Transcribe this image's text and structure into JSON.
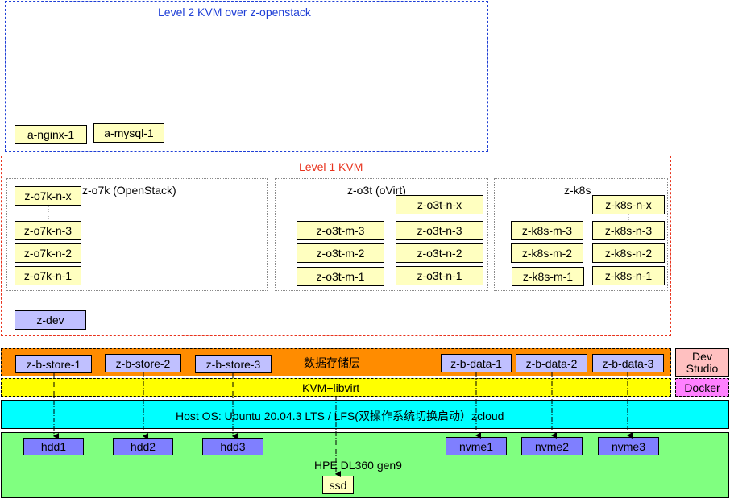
{
  "level2": {
    "title": "Level 2 KVM over z-openstack",
    "nodes": [
      "a-nginx-1",
      "a-mysql-1"
    ]
  },
  "level1": {
    "title": "Level 1 KVM",
    "groups": {
      "o7k": {
        "title": "z-o7k (OpenStack)",
        "nodes": [
          "z-o7k-n-x",
          "z-o7k-n-3",
          "z-o7k-n-2",
          "z-o7k-n-1"
        ]
      },
      "o3t": {
        "title": "z-o3t (oVirt)",
        "masters": [
          "z-o3t-m-3",
          "z-o3t-m-2",
          "z-o3t-m-1"
        ],
        "nodes": [
          "z-o3t-n-x",
          "z-o3t-n-3",
          "z-o3t-n-2",
          "z-o3t-n-1"
        ]
      },
      "k8s": {
        "title": "z-k8s",
        "masters": [
          "z-k8s-m-3",
          "z-k8s-m-2",
          "z-k8s-m-1"
        ],
        "nodes": [
          "z-k8s-n-x",
          "z-k8s-n-3",
          "z-k8s-n-2",
          "z-k8s-n-1"
        ]
      }
    },
    "dev": "z-dev"
  },
  "storage_layer": {
    "label": "数据存储层",
    "stores": [
      "z-b-store-1",
      "z-b-store-2",
      "z-b-store-3"
    ],
    "data": [
      "z-b-data-1",
      "z-b-data-2",
      "z-b-data-3"
    ]
  },
  "kvm_layer": {
    "label": "KVM+libvirt"
  },
  "host_os": {
    "label": "Host OS: Ubuntu 20.04.3 LTS / LFS(双操作系统切换启动）zcloud"
  },
  "hardware": {
    "label": "HPE DL360 gen9",
    "hdds": [
      "hdd1",
      "hdd2",
      "hdd3"
    ],
    "nvmes": [
      "nvme1",
      "nvme2",
      "nvme3"
    ],
    "ssd": "ssd"
  },
  "side": {
    "dev_studio": "Dev Studio",
    "docker": "Docker"
  },
  "colors": {
    "level2_border": "#1f3fd6",
    "level1_border": "#e8321c",
    "storage_bg": "#ff8c00",
    "kvm_bg": "#ffff00",
    "host_bg": "#00ffff",
    "hardware_bg": "#80ff80",
    "dev_studio_bg": "#ffc0c0",
    "docker_bg": "#ff80ff"
  }
}
